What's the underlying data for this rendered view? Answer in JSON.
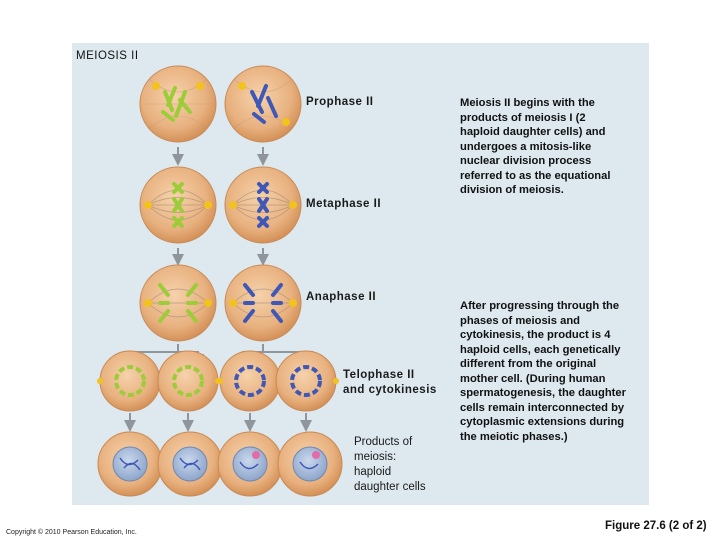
{
  "figure": {
    "title": "MEIOSIS II",
    "copyright": "Copyright © 2010 Pearson Education, Inc.",
    "figure_label": "Figure 27.6 (2 of 2)"
  },
  "phases": {
    "prophase": "Prophase II",
    "metaphase": "Metaphase II",
    "anaphase": "Anaphase II",
    "telophase_line1": "Telophase II",
    "telophase_line2": "and cytokinesis",
    "products_lines": [
      "Products of",
      "meiosis:",
      "haploid",
      "daughter cells"
    ]
  },
  "descriptions": {
    "top": [
      "Meiosis II begins with the",
      "products of meiosis I (2",
      "haploid daughter cells) and",
      "undergoes a mitosis-like",
      "nuclear division process",
      "referred to as the equational",
      "division of meiosis."
    ],
    "bottom": [
      "After progressing through the",
      "phases of meiosis and",
      "cytokinesis, the product is 4",
      "haploid cells, each genetically",
      "different from the original",
      "mother cell. (During human",
      "spermatogenesis, the daughter",
      "cells remain interconnected by",
      "cytoplasmic extensions during",
      "the meiotic phases.)"
    ]
  },
  "colors": {
    "panel": "#dde8ef",
    "cell_fill": "#e9b483",
    "cell_edge": "#c98a55",
    "chrom_green": "#9ccc3a",
    "chrom_blue": "#3f58b8",
    "centrosome": "#f2c21d",
    "arrow": "#8f969b"
  }
}
